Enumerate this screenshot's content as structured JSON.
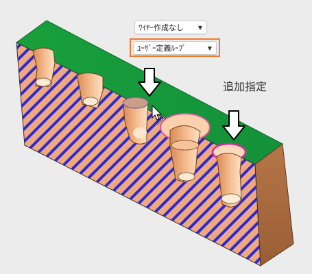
{
  "toolbar": {
    "wire_dropdown": {
      "value": "ﾜｲﾔｰ作成なし"
    },
    "loop_dropdown": {
      "value": "ﾕｰｻﾞｰ定義ﾙｰﾌﾟ"
    }
  },
  "annotation": {
    "text": "追加指定"
  },
  "colors": {
    "background": "#ececec",
    "top_face": "#1a9a3a",
    "section_face": "#f0a880",
    "hatch": "#2a2ad0",
    "side_face": "#a8693f",
    "hole": "#f4b487",
    "selected_edge": "#e0279a",
    "highlight_frame": "#f07a2e"
  }
}
